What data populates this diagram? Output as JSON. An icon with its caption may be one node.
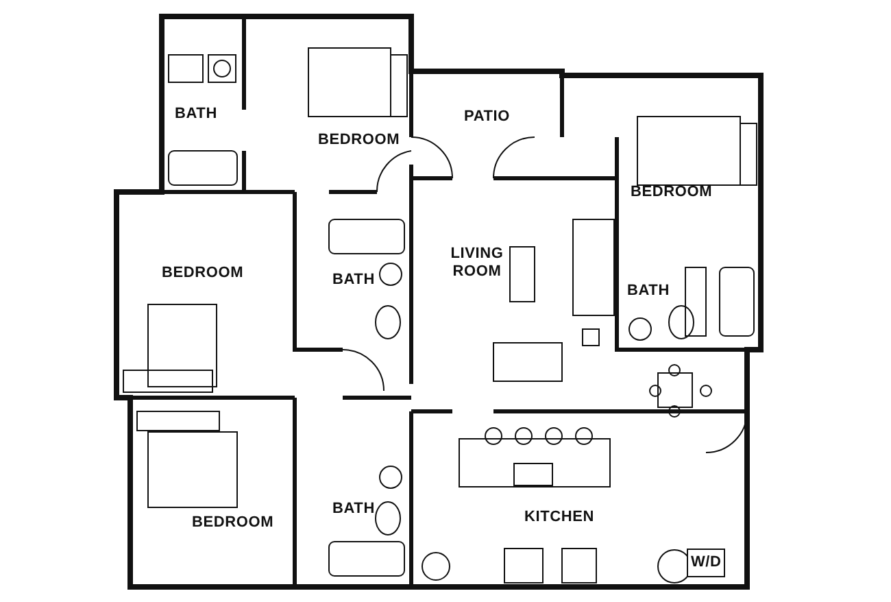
{
  "diagram": {
    "nodes": [
      {
        "text": [
          "BATH"
        ]
      },
      {
        "text": [
          "BEDROOM"
        ]
      },
      {
        "text": [
          "PATIO"
        ]
      },
      {
        "text": [
          "BEDROOM"
        ]
      },
      {
        "text": [
          "BEDROOM"
        ]
      },
      {
        "text": [
          "BATH"
        ]
      },
      {
        "text": [
          "LIVING ROOM"
        ]
      },
      {
        "text": [
          "BATH"
        ]
      },
      {
        "text": [
          "BATH"
        ]
      },
      {
        "text": [
          "KITCHEN"
        ]
      },
      {
        "text": [
          "BEDROOM"
        ]
      },
      {
        "text": [
          "W/D"
        ]
      }
    ]
  }
}
